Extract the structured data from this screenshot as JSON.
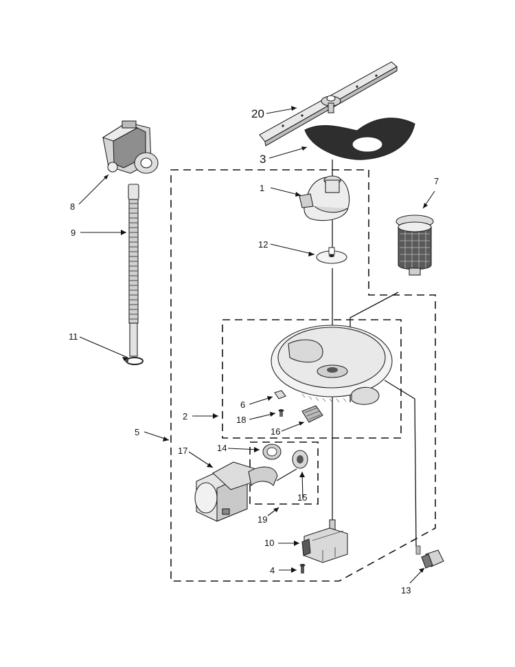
{
  "callouts": {
    "c1": "1",
    "c2": "2",
    "c3": "3",
    "c4": "4",
    "c5": "5",
    "c6": "6",
    "c7": "7",
    "c8": "8",
    "c9": "9",
    "c10": "10",
    "c11": "11",
    "c12": "12",
    "c13": "13",
    "c14": "14",
    "c15": "15",
    "c16": "16",
    "c17": "17",
    "c18": "18",
    "c19": "19",
    "c20": "20"
  },
  "colors": {
    "line": "#111111",
    "part_fill": "#f2f2f2",
    "part_shade": "#9a9a9a",
    "dark": "#2a2a2a"
  },
  "icons": {
    "spray_arm": "spray-arm-icon",
    "filter_shield": "filter-shield-icon",
    "diverter_housing": "diverter-housing-icon",
    "drain_pump": "drain-pump-icon",
    "drain_hose": "drain-hose-icon",
    "hose_clamp": "hose-clamp-icon",
    "washer_disc": "washer-disc-icon",
    "cylindrical_filter": "cylindrical-filter-icon",
    "sump": "sump-icon",
    "circulation_pump": "circulation-pump-icon",
    "diverter_motor": "diverter-motor-icon",
    "thermistor_sensor": "sensor-icon"
  }
}
